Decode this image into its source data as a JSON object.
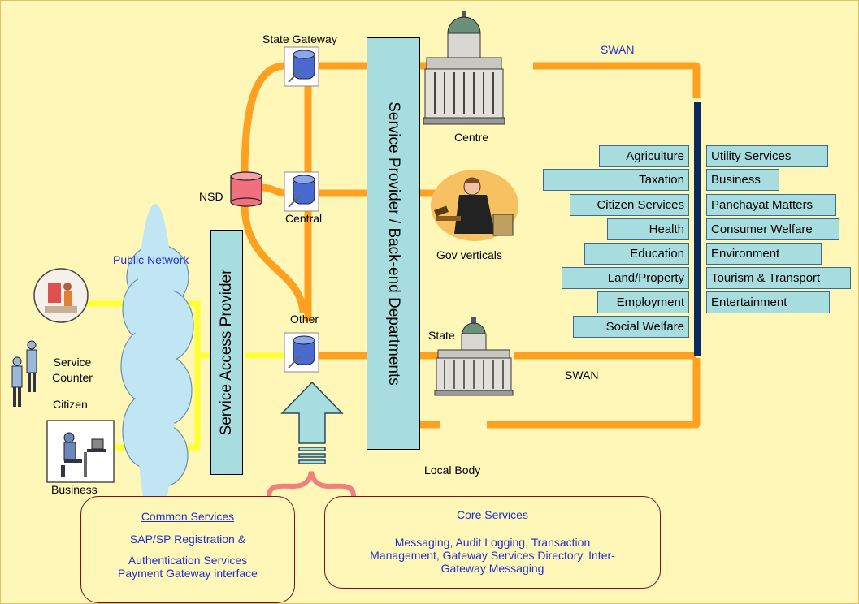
{
  "nodes": {
    "state_gateway": "State Gateway",
    "nsd": "NSD",
    "central": "Central",
    "other": "Other",
    "centre": "Centre",
    "gov_verticals": "Gov verticals",
    "state": "State",
    "local_body": "Local Body",
    "public_network": "Public Network",
    "service_counter": "Service Counter",
    "citizen": "Citizen",
    "business": "Business",
    "swan_top": "SWAN",
    "swan_bottom": "SWAN"
  },
  "vertical_bars": {
    "service_access_provider": "Service Access Provider",
    "service_provider_backend": "Service Provider / Back-end Departments"
  },
  "departments_left": [
    "Agriculture",
    "Taxation",
    "Citizen Services",
    "Health",
    "Education",
    "Land/Property",
    "Employment",
    "Social Welfare"
  ],
  "departments_right": [
    "Utility Services",
    "Business",
    "Panchayat Matters",
    "Consumer Welfare",
    "Environment",
    "Tourism & Transport",
    "Entertainment"
  ],
  "common_services": {
    "title": "Common Services",
    "line1": "SAP/SP Registration &",
    "line2": "Authentication Services",
    "line3": "Payment Gateway interface"
  },
  "core_services": {
    "title": "Core Services",
    "line1": "Messaging, Audit Logging, Transaction",
    "line2": "Management, Gateway Services Directory, Inter-",
    "line3": "Gateway Messaging"
  },
  "colors": {
    "background": "#fff7b8",
    "orange_link": "#ffa020",
    "yellow_link": "#ffff33",
    "bar_fill": "#a8dde0",
    "navy_bus": "#0b2a5e",
    "text_blue": "#1f2fd0",
    "brace": "#f08080"
  }
}
